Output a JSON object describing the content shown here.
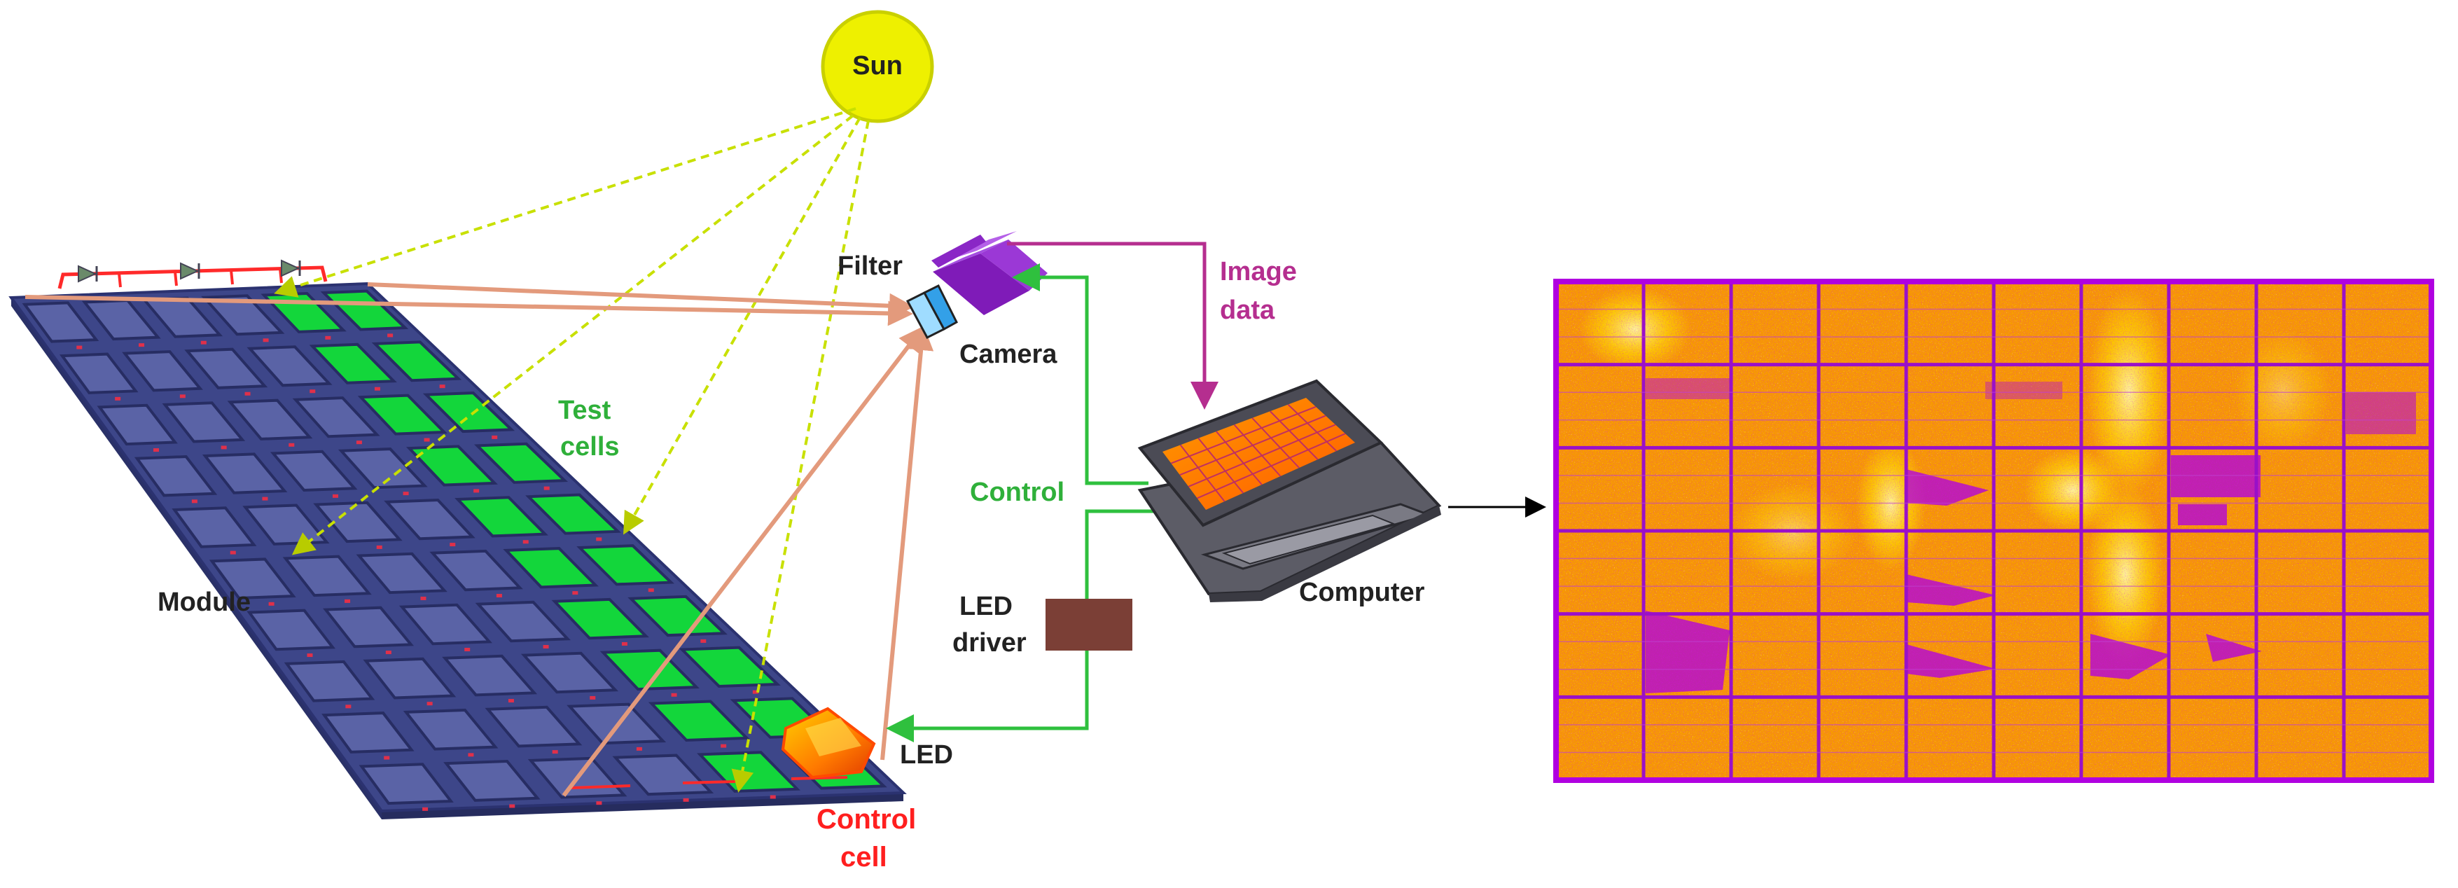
{
  "labels": {
    "sun": "Sun",
    "filter": "Filter",
    "camera": "Camera",
    "image_data_1": "Image",
    "image_data_2": "data",
    "test_cells_1": "Test",
    "test_cells_2": "cells",
    "control": "Control",
    "module": "Module",
    "led_driver_1": "LED",
    "led_driver_2": "driver",
    "computer": "Computer",
    "led": "LED",
    "control_cell_1": "Control",
    "control_cell_2": "cell"
  },
  "colors": {
    "sun": "#eef000",
    "module": "#3c4688",
    "cell": "#5a63a6",
    "test_cell": "#13d63b",
    "camera": "#8b22cc",
    "filter": "#33a0e8",
    "control_line": "#2fc03e",
    "image_data_line": "#b52e8f",
    "light_ray": "#e39a7c",
    "sun_ray": "#c8e000",
    "led_driver": "#7b3f36",
    "control_cell_text": "#ff1f1f",
    "el_orange": "#f79a00",
    "el_yellow": "#ffe000",
    "el_purple": "#b000e0"
  }
}
